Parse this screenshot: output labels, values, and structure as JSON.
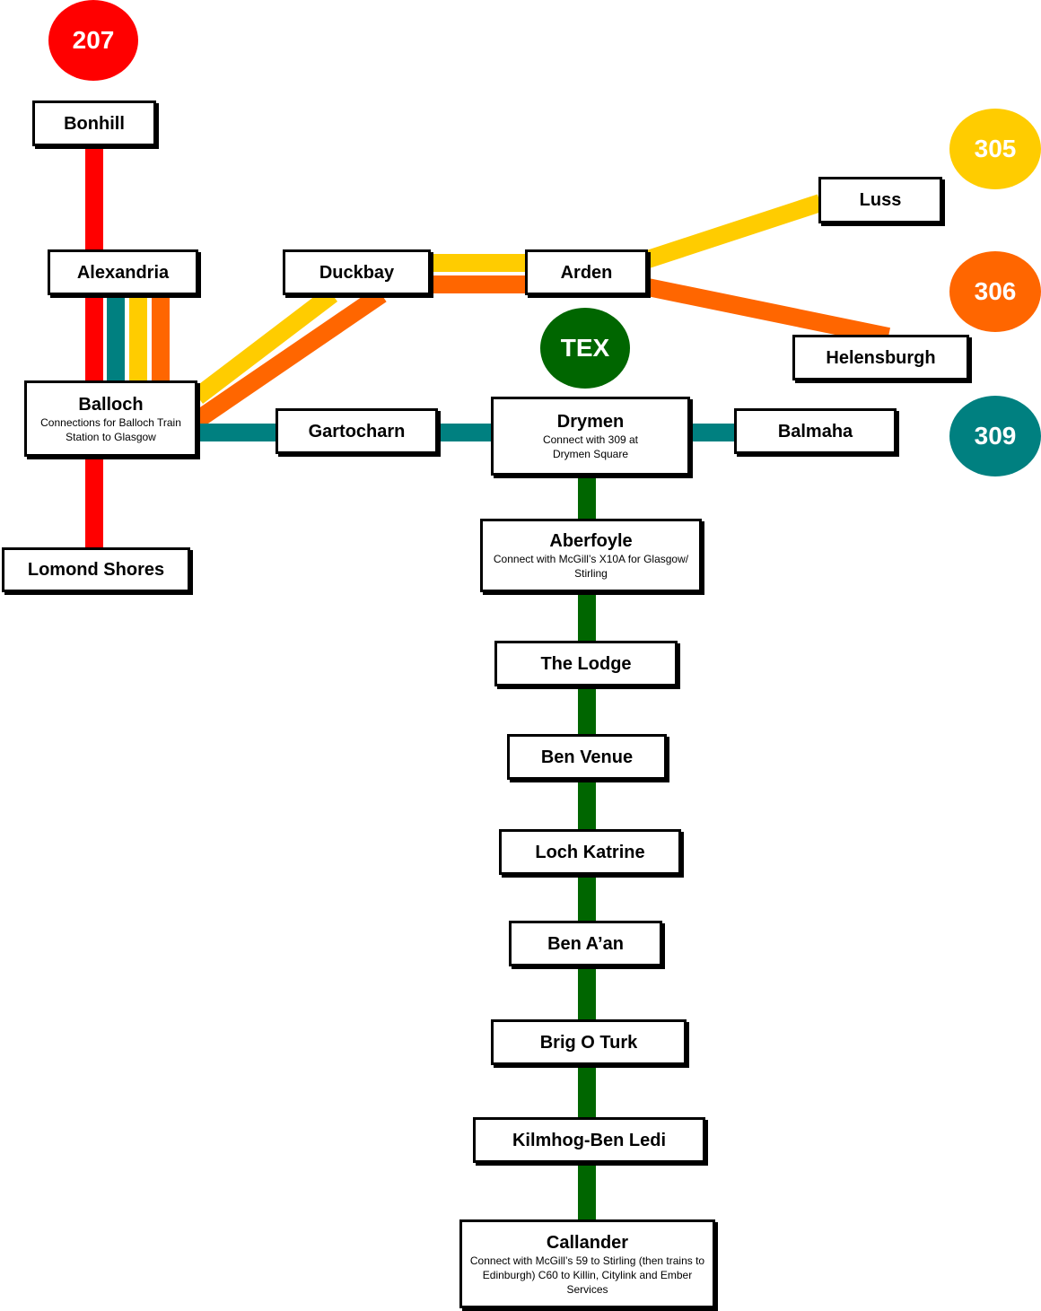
{
  "routes": [
    {
      "id": "207",
      "label": "207",
      "color": "#ff0000"
    },
    {
      "id": "305",
      "label": "305",
      "color": "#ffcc00"
    },
    {
      "id": "306",
      "label": "306",
      "color": "#ff6600"
    },
    {
      "id": "309",
      "label": "309",
      "color": "#008080"
    },
    {
      "id": "tex",
      "label": "TEX",
      "color": "#006600"
    }
  ],
  "stops": {
    "bonhill": {
      "name": "Bonhill"
    },
    "alexandria": {
      "name": "Alexandria"
    },
    "balloch": {
      "name": "Balloch",
      "note": "Connections for Balloch Train Station to Glasgow"
    },
    "lomond_shores": {
      "name": "Lomond Shores"
    },
    "duckbay": {
      "name": "Duckbay"
    },
    "arden": {
      "name": "Arden"
    },
    "luss": {
      "name": "Luss"
    },
    "helensburgh": {
      "name": "Helensburgh"
    },
    "gartocharn": {
      "name": "Gartocharn"
    },
    "drymen": {
      "name": "Drymen",
      "note": "Connect with 309 at Drymen Square"
    },
    "balmaha": {
      "name": "Balmaha"
    },
    "aberfoyle": {
      "name": "Aberfoyle",
      "note": "Connect with McGill’s X10A for Glasgow/ Stirling"
    },
    "the_lodge": {
      "name": "The Lodge"
    },
    "ben_venue": {
      "name": "Ben Venue"
    },
    "loch_katrine": {
      "name": "Loch Katrine"
    },
    "ben_aan": {
      "name": "Ben A’an"
    },
    "brig_o_turk": {
      "name": "Brig O Turk"
    },
    "kilmhog": {
      "name": "Kilmhog-Ben Ledi"
    },
    "callander": {
      "name": "Callander",
      "note": "Connect with McGill’s 59 to Stirling (then trains to Edinburgh) C60 to Killin, Citylink and Ember Services"
    }
  }
}
